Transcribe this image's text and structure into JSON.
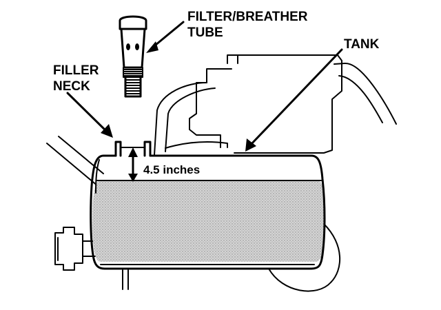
{
  "labels": {
    "filter_line1": "FILTER/BREATHER",
    "filter_line2": "TUBE",
    "tank": "TANK",
    "filler_line1": "FILLER",
    "filler_line2": "NECK",
    "measurement": "4.5 inches"
  },
  "colors": {
    "ink": "#000000",
    "fluid": "#cfcfcf",
    "background": "#ffffff"
  }
}
